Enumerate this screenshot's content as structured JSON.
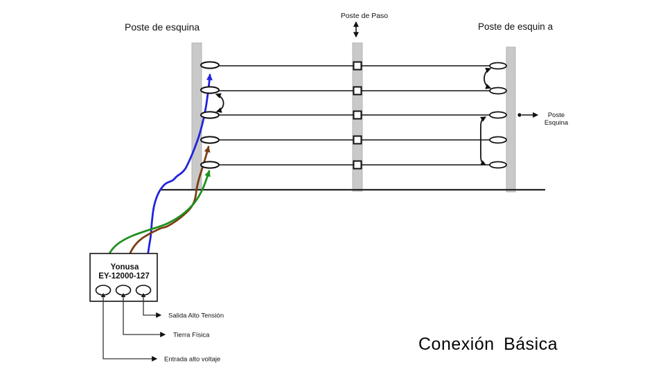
{
  "title": "Conexión Básica",
  "labels": {
    "post_corner_left": "Poste de esquina",
    "post_pass": "Poste de Paso",
    "post_corner_right": "Poste de esquin a",
    "post_corner_callout_line1": "Poste",
    "post_corner_callout_line2": "Esquina"
  },
  "energizer": {
    "brand": "Yonusa",
    "model": "EY-12000-127"
  },
  "callouts": {
    "output": "Salida Alto Tensión",
    "ground": "Tierra Física",
    "input": "Entrada alto voltaje"
  },
  "colors": {
    "hv_wire": "#2222dd",
    "ground_wire": "#7b3e14",
    "input_wire": "#1f8f1f",
    "post_fill": "#c9c9c9",
    "post_stroke": "#b3b3b3",
    "line": "#111111"
  }
}
